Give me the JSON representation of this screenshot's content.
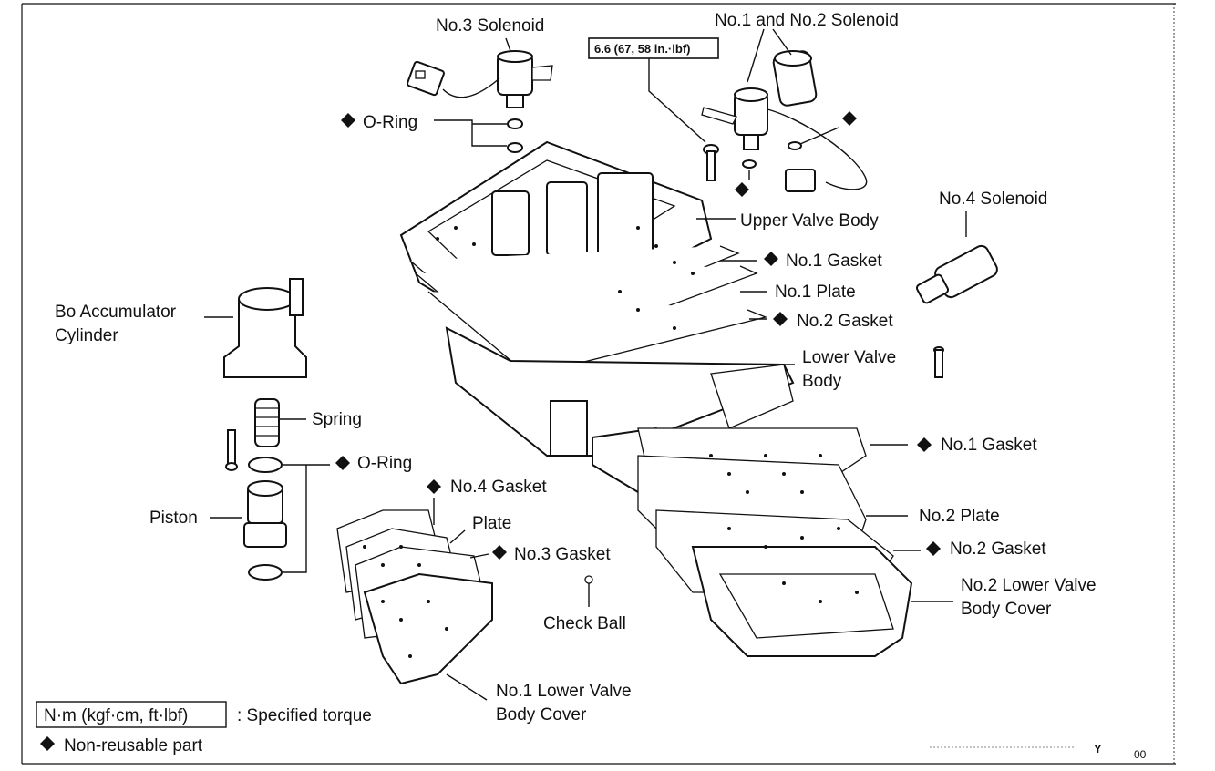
{
  "labels": {
    "no3_solenoid": "No.3 Solenoid",
    "no1_no2_solenoid": "No.1 and No.2 Solenoid",
    "torque_spec": "6.6 (67, 58 in.·lbf)",
    "oring_top": "O-Ring",
    "upper_valve_body": "Upper Valve Body",
    "no4_solenoid": "No.4 Solenoid",
    "no1_gasket_upper": "No.1 Gasket",
    "no1_plate": "No.1 Plate",
    "no2_gasket_upper": "No.2 Gasket",
    "lower_valve_body_1": "Lower Valve",
    "lower_valve_body_2": "Body",
    "bo_accumulator_1": "Bo Accumulator",
    "bo_accumulator_2": "Cylinder",
    "spring": "Spring",
    "oring_mid": "O-Ring",
    "no1_gasket_lower": "No.1 Gasket",
    "no4_gasket": "No.4 Gasket",
    "piston": "Piston",
    "plate": "Plate",
    "no2_plate": "No.2 Plate",
    "no3_gasket": "No.3 Gasket",
    "no2_gasket_lower": "No.2 Gasket",
    "no2_lower_cover_1": "No.2 Lower Valve",
    "no2_lower_cover_2": "Body Cover",
    "check_ball": "Check Ball",
    "no1_lower_cover_1": "No.1 Lower Valve",
    "no1_lower_cover_2": "Body Cover"
  },
  "legend": {
    "torque_unit": "N·m (kgf·cm, ft·lbf)",
    "torque_desc": ": Specified torque",
    "nonreusable_desc": "Non-reusable part"
  },
  "corner": {
    "code_y": "Y",
    "code_num": "00"
  },
  "colors": {
    "ink": "#111111",
    "paper": "#ffffff"
  }
}
